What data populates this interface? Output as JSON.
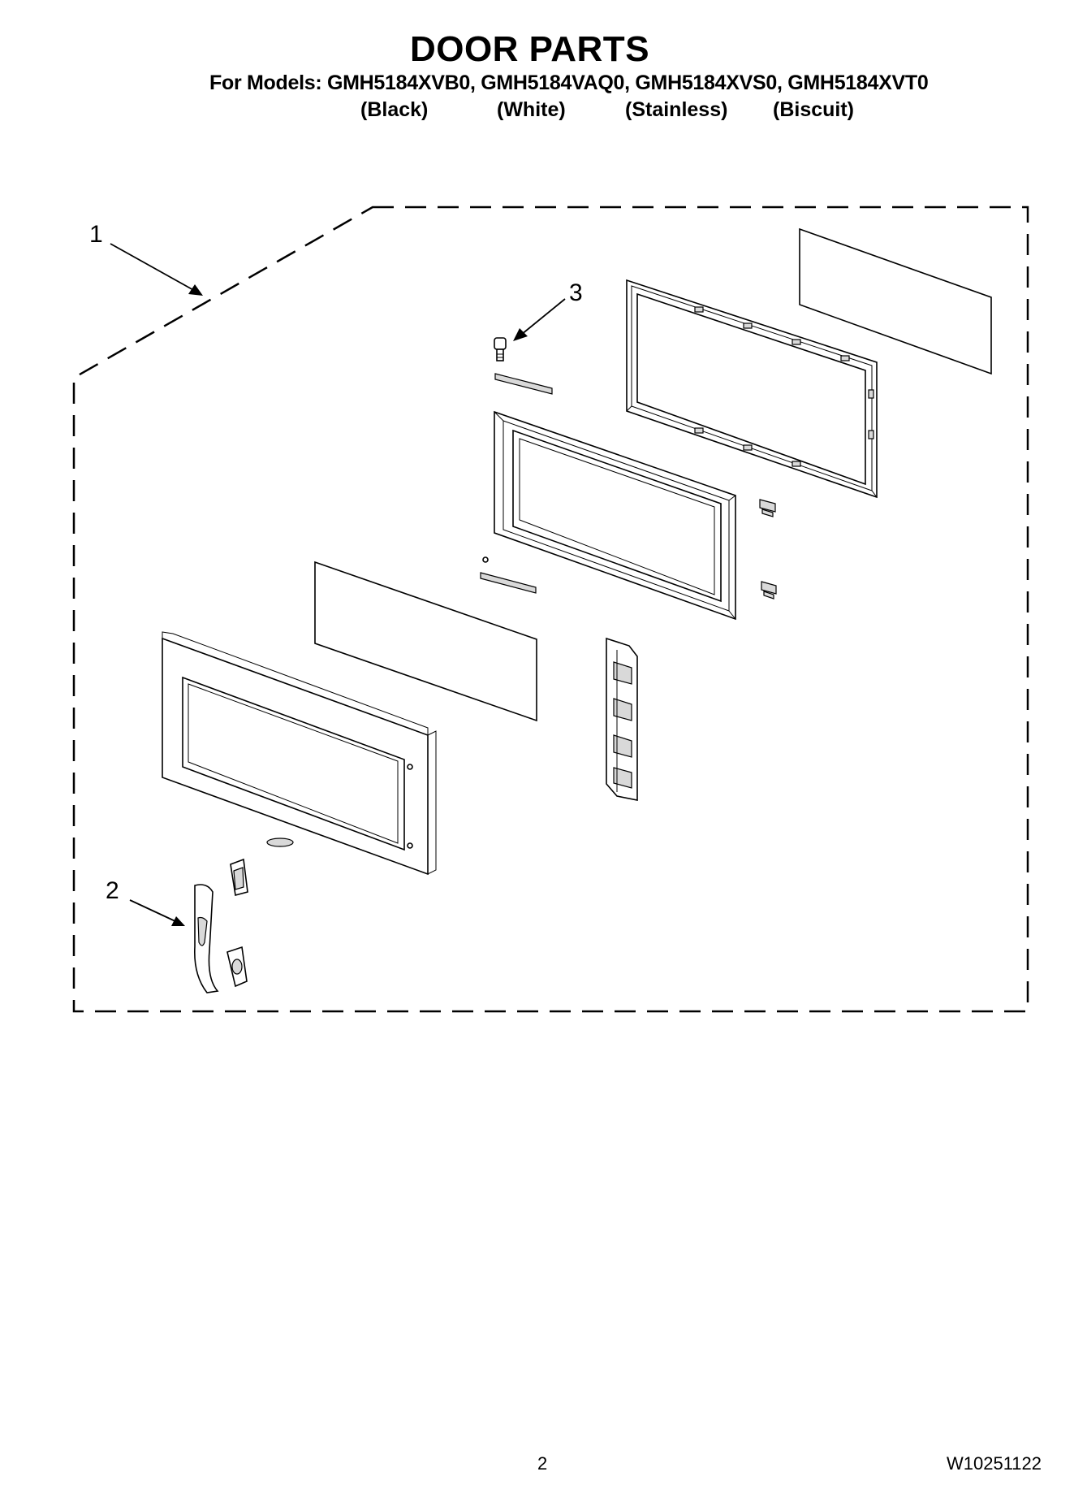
{
  "title": "DOOR PARTS",
  "models_line": "For Models: GMH5184XVB0, GMH5184VAQ0, GMH5184XVS0, GMH5184XVT0",
  "finishes": [
    "(Black)",
    "(White)",
    "(Stainless)",
    "(Biscuit)"
  ],
  "callouts": [
    "1",
    "2",
    "3"
  ],
  "page_number": "2",
  "document_number": "W10251122"
}
